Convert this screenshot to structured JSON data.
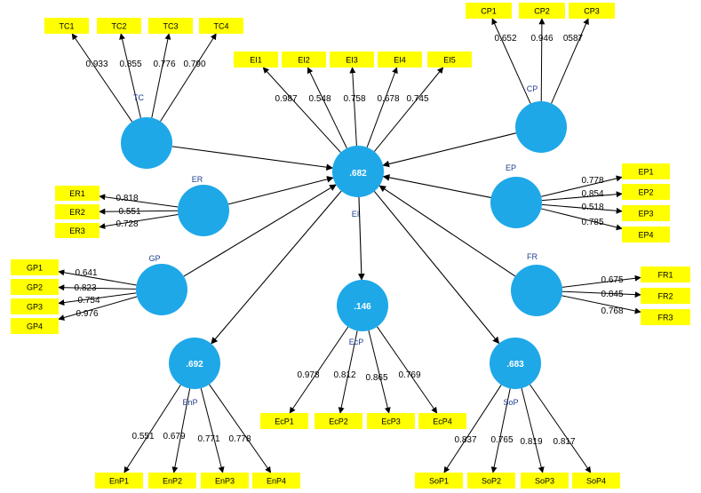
{
  "colors": {
    "construct_fill": "#1ea8e8",
    "indicator_fill": "#ffff00",
    "arrow": "#000000"
  },
  "constructs": [
    {
      "id": "TC",
      "name": "TC",
      "r2": ""
    },
    {
      "id": "CP",
      "name": "CP",
      "r2": ""
    },
    {
      "id": "EI",
      "name": "EI",
      "r2": ".682"
    },
    {
      "id": "ER",
      "name": "ER",
      "r2": ""
    },
    {
      "id": "EP",
      "name": "EP",
      "r2": ""
    },
    {
      "id": "GP",
      "name": "GP",
      "r2": ""
    },
    {
      "id": "FR",
      "name": "FR",
      "r2": ""
    },
    {
      "id": "EcP",
      "name": "EcP",
      "r2": ".146"
    },
    {
      "id": "EnP",
      "name": "EnP",
      "r2": ".692"
    },
    {
      "id": "SoP",
      "name": "SoP",
      "r2": ".683"
    }
  ],
  "indicators": [
    {
      "name": "TC1",
      "construct": "TC",
      "loading": "0.933"
    },
    {
      "name": "TC2",
      "construct": "TC",
      "loading": "0.855"
    },
    {
      "name": "TC3",
      "construct": "TC",
      "loading": "0.776"
    },
    {
      "name": "TC4",
      "construct": "TC",
      "loading": "0.790"
    },
    {
      "name": "CP1",
      "construct": "CP",
      "loading": "0.652"
    },
    {
      "name": "CP2",
      "construct": "CP",
      "loading": "0.946"
    },
    {
      "name": "CP3",
      "construct": "CP",
      "loading": "0587"
    },
    {
      "name": "EI1",
      "construct": "EI",
      "loading": "0.987"
    },
    {
      "name": "EI2",
      "construct": "EI",
      "loading": "0.548"
    },
    {
      "name": "EI3",
      "construct": "EI",
      "loading": "0.758"
    },
    {
      "name": "EI4",
      "construct": "EI",
      "loading": "0.678"
    },
    {
      "name": "EI5",
      "construct": "EI",
      "loading": "0.745"
    },
    {
      "name": "ER1",
      "construct": "ER",
      "loading": "0.818"
    },
    {
      "name": "ER2",
      "construct": "ER",
      "loading": "0.551"
    },
    {
      "name": "ER3",
      "construct": "ER",
      "loading": "0.728"
    },
    {
      "name": "EP1",
      "construct": "EP",
      "loading": "0.778"
    },
    {
      "name": "EP2",
      "construct": "EP",
      "loading": "0.854"
    },
    {
      "name": "EP3",
      "construct": "EP",
      "loading": "0.518"
    },
    {
      "name": "EP4",
      "construct": "EP",
      "loading": "0.785"
    },
    {
      "name": "GP1",
      "construct": "GP",
      "loading": "0.641"
    },
    {
      "name": "GP2",
      "construct": "GP",
      "loading": "0.823"
    },
    {
      "name": "GP3",
      "construct": "GP",
      "loading": "0.754"
    },
    {
      "name": "GP4",
      "construct": "GP",
      "loading": "0.976"
    },
    {
      "name": "FR1",
      "construct": "FR",
      "loading": "0.675"
    },
    {
      "name": "FR2",
      "construct": "FR",
      "loading": "0.845"
    },
    {
      "name": "FR3",
      "construct": "FR",
      "loading": "0.768"
    },
    {
      "name": "EcP1",
      "construct": "EcP",
      "loading": "0.978"
    },
    {
      "name": "EcP2",
      "construct": "EcP",
      "loading": "0.812"
    },
    {
      "name": "EcP3",
      "construct": "EcP",
      "loading": "0.865"
    },
    {
      "name": "EcP4",
      "construct": "EcP",
      "loading": "0.769"
    },
    {
      "name": "EnP1",
      "construct": "EnP",
      "loading": "0.551"
    },
    {
      "name": "EnP2",
      "construct": "EnP",
      "loading": "0.679"
    },
    {
      "name": "EnP3",
      "construct": "EnP",
      "loading": "0.771"
    },
    {
      "name": "EnP4",
      "construct": "EnP",
      "loading": "0.778"
    },
    {
      "name": "SoP1",
      "construct": "SoP",
      "loading": "0.837"
    },
    {
      "name": "SoP2",
      "construct": "SoP",
      "loading": "0.765"
    },
    {
      "name": "SoP3",
      "construct": "SoP",
      "loading": "0.819"
    },
    {
      "name": "SoP4",
      "construct": "SoP",
      "loading": "0.817"
    }
  ],
  "paths": [
    {
      "from": "TC",
      "to": "EI"
    },
    {
      "from": "CP",
      "to": "EI"
    },
    {
      "from": "ER",
      "to": "EI"
    },
    {
      "from": "EP",
      "to": "EI"
    },
    {
      "from": "GP",
      "to": "EI"
    },
    {
      "from": "FR",
      "to": "EI"
    },
    {
      "from": "EI",
      "to": "EcP"
    },
    {
      "from": "EI",
      "to": "EnP"
    },
    {
      "from": "EI",
      "to": "SoP"
    }
  ]
}
